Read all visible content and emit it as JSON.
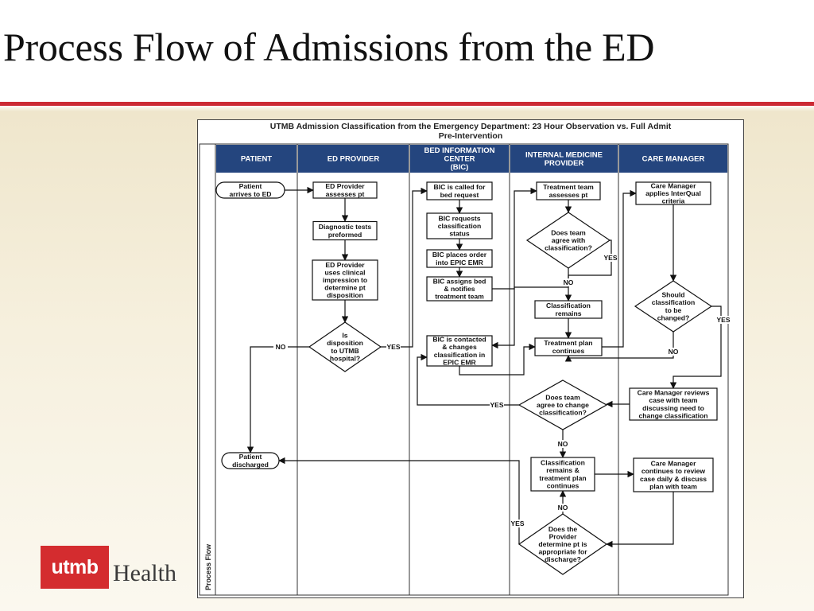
{
  "slide": {
    "title": "Process Flow of Admissions from the ED"
  },
  "diagram": {
    "title_line1": "UTMB Admission Classification from the Emergency Department: 23 Hour Observation vs. Full Admit",
    "title_line2": "Pre-Intervention",
    "row_label": "Process Flow",
    "lanes": [
      {
        "id": "patient",
        "label": [
          "PATIENT"
        ]
      },
      {
        "id": "ed",
        "label": [
          "ED PROVIDER"
        ]
      },
      {
        "id": "bic",
        "label": [
          "BED INFORMATION",
          "CENTER",
          "(BIC)"
        ]
      },
      {
        "id": "im",
        "label": [
          "INTERNAL MEDICINE",
          "PROVIDER"
        ]
      },
      {
        "id": "cm",
        "label": [
          "CARE MANAGER"
        ]
      }
    ],
    "nodes": {
      "patient_arrives": [
        "Patient",
        "arrives to ED"
      ],
      "ed_assess": [
        "ED Provider",
        "assesses pt"
      ],
      "diag_tests": [
        "Diagnostic tests",
        "preformed"
      ],
      "ed_impression": [
        "ED Provider",
        "uses clinical",
        "impression to",
        "determine  pt",
        "disposition"
      ],
      "dispo_decision": [
        "Is",
        "disposition",
        "to UTMB",
        "hospital?"
      ],
      "bic_called": [
        "BIC is called for",
        "bed request"
      ],
      "bic_requests": [
        "BIC requests",
        "classification",
        "status"
      ],
      "bic_places": [
        "BIC places order",
        "into EPIC EMR"
      ],
      "bic_assigns": [
        "BIC assigns bed",
        "& notifies",
        "treatment team"
      ],
      "bic_contacted": [
        "BIC is contacted",
        "& changes",
        "classification in",
        "EPIC EMR"
      ],
      "team_assess": [
        "Treatment team",
        "assesses pt"
      ],
      "team_agree": [
        "Does team",
        "agree with",
        "classification?"
      ],
      "class_remains": [
        "Classification",
        "remains"
      ],
      "plan_continues": [
        "Treatment plan",
        "continues"
      ],
      "team_change": [
        "Does team",
        "agree to change",
        "classification?"
      ],
      "class_remains_plan": [
        "Classification",
        "remains &",
        "treatment plan",
        "continues"
      ],
      "provider_discharge": [
        "Does the",
        "Provider",
        "determine pt is",
        "appropriate for",
        "discharge?"
      ],
      "cm_interqual": [
        "Care Manager",
        "applies InterQual",
        "criteria"
      ],
      "cm_should": [
        "Should",
        "classification",
        "to be",
        "changed?"
      ],
      "cm_reviews": [
        "Care Manager reviews",
        "case with team",
        "discussing need to",
        "change classification"
      ],
      "cm_continues": [
        "Care Manager",
        "continues to review",
        "case daily & discuss",
        "plan with team"
      ],
      "patient_discharged": [
        "Patient",
        "discharged"
      ]
    },
    "edge_labels": {
      "no": "NO",
      "yes": "YES"
    }
  },
  "logo": {
    "brand": "utmb",
    "health": "Health",
    "brand_color": "#d42c2f"
  },
  "colors": {
    "title_rule": "#cc2a34",
    "lane_header": "#24457e",
    "lane_header_text": "#ffffff"
  }
}
